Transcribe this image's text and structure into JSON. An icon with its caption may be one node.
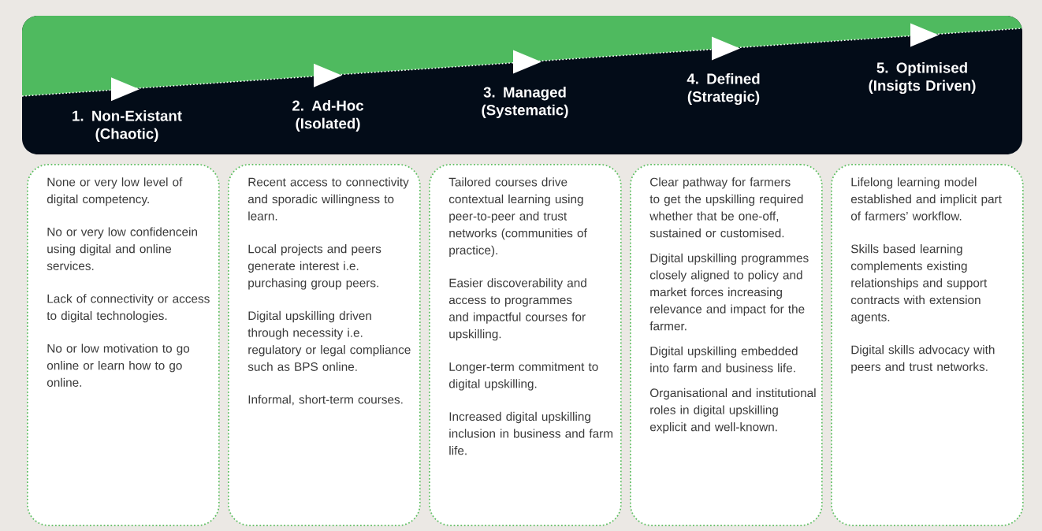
{
  "diagram": {
    "nodes": [
      {
        "text": [
          "1. Non-Existant (Chaotic)",
          "2. Ad-Hoc (Isolated)",
          "3. Managed (Systematic)",
          "4. Defined (Strategic)",
          "5. Optimised (Insigts Driven)"
        ]
      },
      {
        "text": [
          "None or very low level of digital competency.",
          "No or very low confidencein using digital and online services.",
          "Lack of connectivity or access to digital technologies.",
          "No or low motivation to go online or learn how to go online."
        ]
      },
      {
        "text": [
          "Recent access to connectivity and sporadic willingness to learn.",
          "Local projects and peers generate interest i.e. purchasing group peers.",
          "Digital upskilling driven through necessity i.e. regulatory or legal compliance such as BPS online.",
          "Informal, short-term courses."
        ]
      },
      {
        "text": [
          "Tailored courses drive contextual learning using peer-to-peer and trust networks (communities of practice).",
          "Easier discoverability and access to programmes and impactful courses for upskilling.",
          "Longer-term commitment to digital upskilling.",
          "Increased digital upskilling inclusion in business and farm life."
        ]
      },
      {
        "text": [
          "Clear pathway for farmers to get the upskilling required whether that be one-off, sustained or customised.",
          "Digital upskilling programmes closely aligned to policy and market forces increasing relevance and impact for the farmer.",
          "Digital upskilling embedded into farm and business life.",
          "Organisational and institutional roles in digital upskilling explicit and well-known."
        ]
      },
      {
        "text": [
          "Lifelong learning model established and implicit part of farmers’ workflow.",
          "Skills based learning complements existing relationships and support contracts with extension agents.",
          "Digital skills advocacy with peers and trust networks."
        ]
      }
    ]
  }
}
